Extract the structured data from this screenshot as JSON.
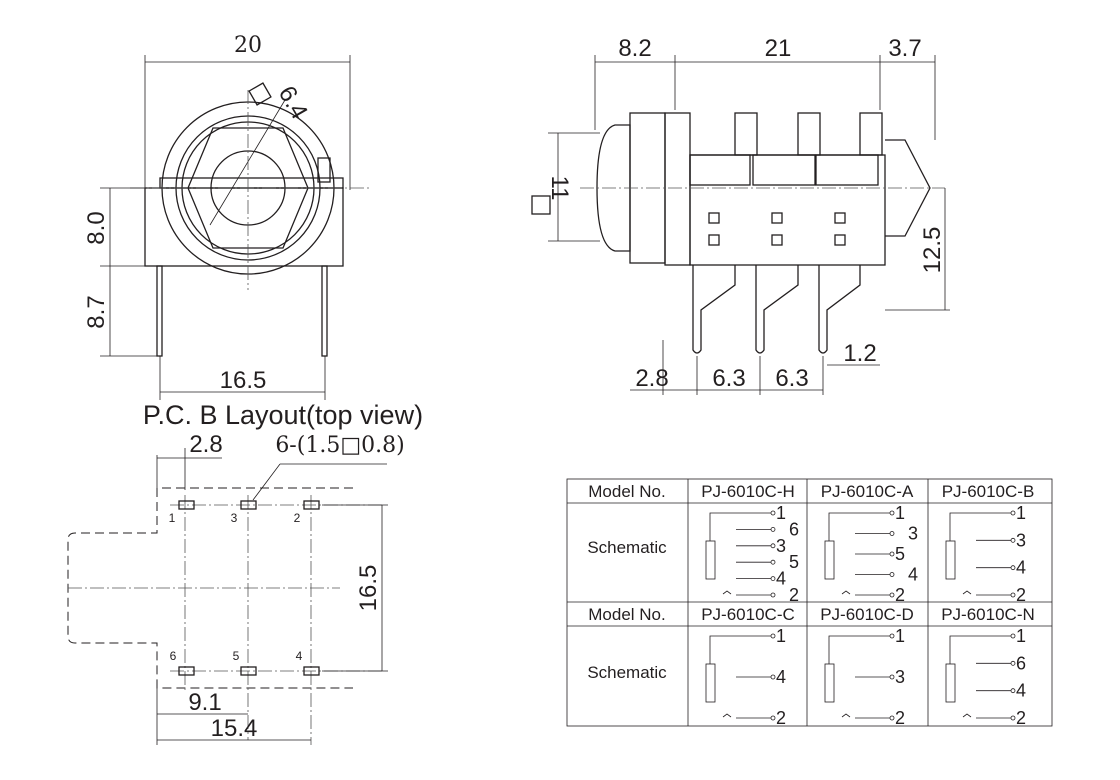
{
  "front_view": {
    "width": "20",
    "hex": "6.4",
    "center_height": "8.0",
    "pin_length": "8.7",
    "pin_span": "16.5"
  },
  "side_view": {
    "flange": "8.2",
    "body": "21",
    "nose": "3.7",
    "thread": "11",
    "height": "12.5",
    "pin_width": "1.2",
    "first_pin": "2.8",
    "pitch_1": "6.3",
    "pitch_2": "6.3"
  },
  "pcb": {
    "title": "P.C. B Layout(top view)",
    "offset": "2.8",
    "hole_spec": "6-(1.5□0.8)",
    "pins_top": [
      "1",
      "3",
      "2"
    ],
    "pins_bottom": [
      "6",
      "5",
      "4"
    ],
    "row_spacing": "16.5",
    "mid": "9.1",
    "total": "15.4"
  },
  "table": {
    "model_label": "Model No.",
    "schematic_label": "Schematic",
    "rows": [
      {
        "models": [
          {
            "name": "PJ-6010C-H",
            "pins": [
              "1",
              "6",
              "3",
              "5",
              "4",
              "2"
            ]
          },
          {
            "name": "PJ-6010C-A",
            "pins": [
              "1",
              "3",
              "5",
              "4",
              "2"
            ]
          },
          {
            "name": "PJ-6010C-B",
            "pins": [
              "1",
              "3",
              "4",
              "2"
            ]
          }
        ]
      },
      {
        "models": [
          {
            "name": "PJ-6010C-C",
            "pins": [
              "1",
              "4",
              "2"
            ]
          },
          {
            "name": "PJ-6010C-D",
            "pins": [
              "1",
              "3",
              "2"
            ]
          },
          {
            "name": "PJ-6010C-N",
            "pins": [
              "1",
              "6",
              "4",
              "2"
            ]
          }
        ]
      }
    ]
  }
}
